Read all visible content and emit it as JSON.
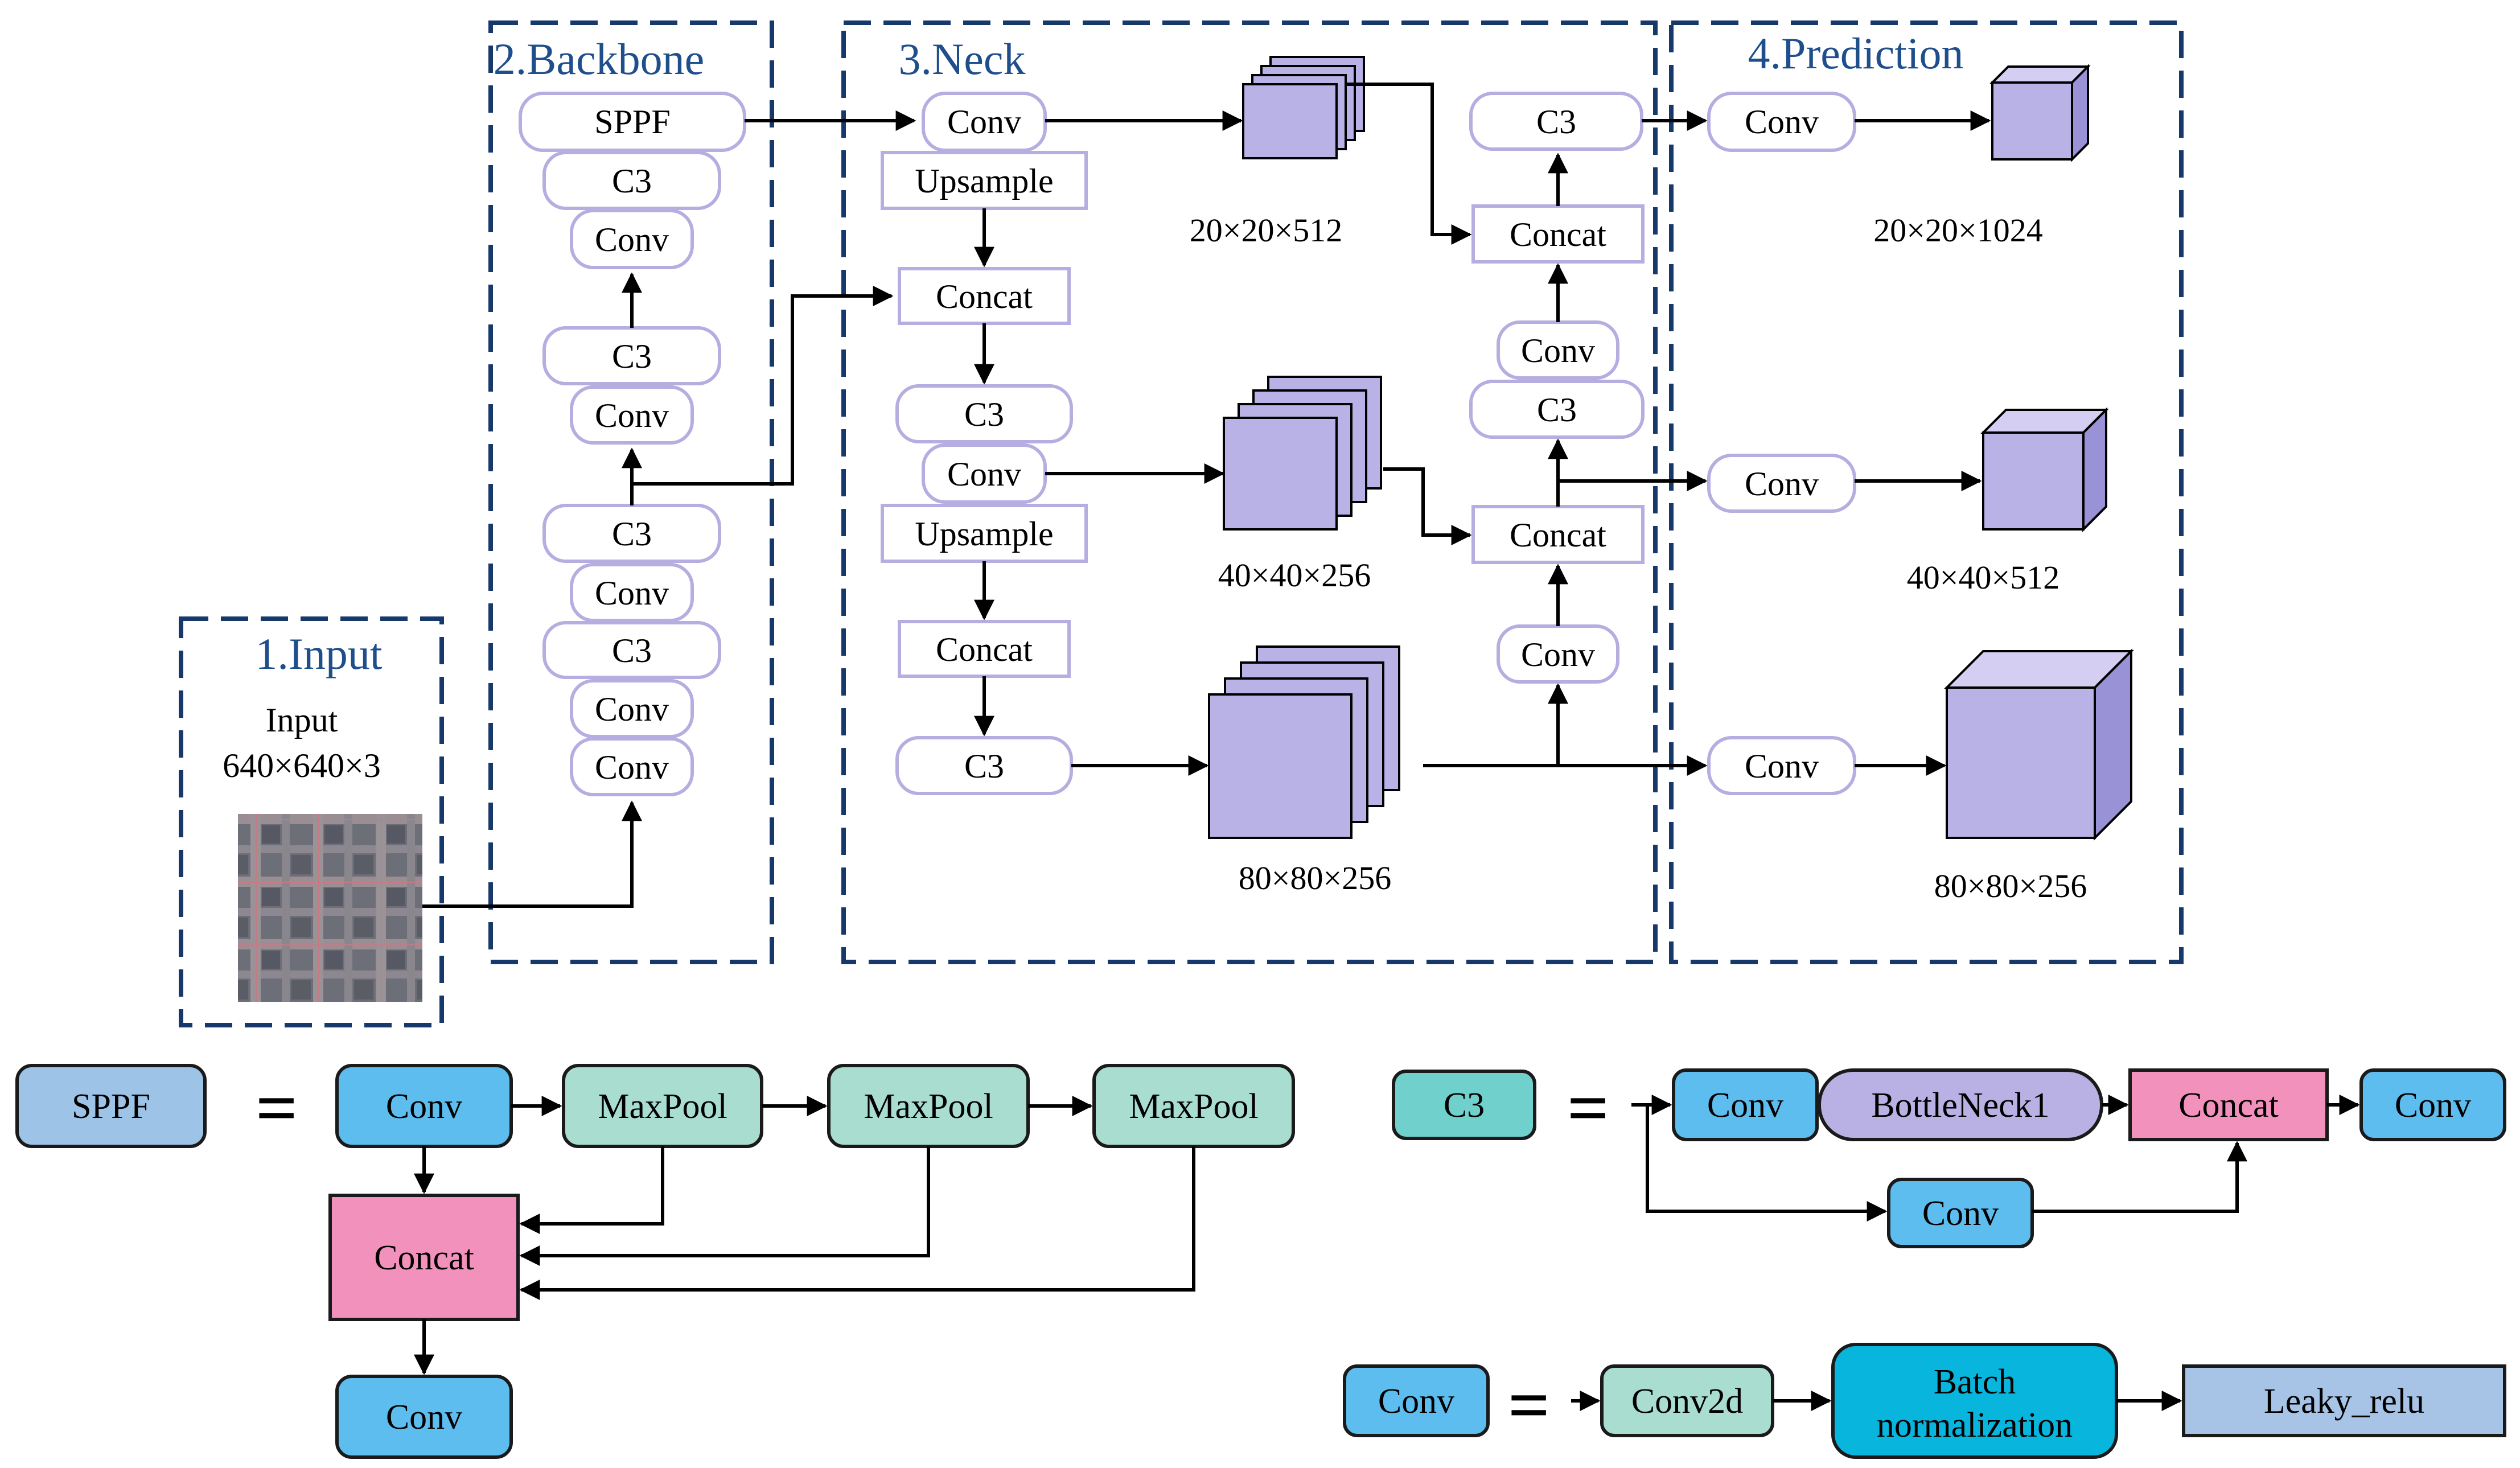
{
  "sections": {
    "input": "1.Input",
    "backbone": "2.Backbone",
    "neck": "3.Neck",
    "prediction": "4.Prediction"
  },
  "input": {
    "label": "Input",
    "size": "640×640×3"
  },
  "backbone": {
    "sppf": "SPPF",
    "c3_top": "C3",
    "conv_top": "Conv",
    "c3_mid": "C3",
    "conv_mid": "Conv",
    "c3_low1": "C3",
    "conv_low1": "Conv",
    "c3_low2": "C3",
    "conv_low2": "Conv",
    "conv_bottom": "Conv"
  },
  "neck": {
    "conv1": "Conv",
    "upsample1": "Upsample",
    "concat1": "Concat",
    "c3_1": "C3",
    "conv2": "Conv",
    "upsample2": "Upsample",
    "concat2": "Concat",
    "c3_2": "C3",
    "dim_20": "20×20×512",
    "dim_40": "40×40×256",
    "dim_80": "80×80×256",
    "right_c3_top": "C3",
    "right_concat_top": "Concat",
    "right_conv_mid": "Conv",
    "right_c3_mid": "C3",
    "right_concat_mid": "Concat",
    "right_conv_low": "Conv"
  },
  "prediction": {
    "conv_top": "Conv",
    "conv_mid": "Conv",
    "conv_low": "Conv",
    "dim_20": "20×20×1024",
    "dim_40": "40×40×512",
    "dim_80": "80×80×256"
  },
  "legend_sppf": {
    "name": "SPPF",
    "equals": "=",
    "conv_in": "Conv",
    "maxpool1": "MaxPool",
    "maxpool2": "MaxPool",
    "maxpool3": "MaxPool",
    "concat": "Concat",
    "conv_out": "Conv"
  },
  "legend_c3": {
    "name": "C3",
    "equals": "=",
    "conv_in": "Conv",
    "bottleneck": "BottleNeck1",
    "concat": "Concat",
    "conv_out": "Conv",
    "conv_skip": "Conv"
  },
  "legend_conv": {
    "name": "Conv",
    "equals": "=",
    "conv2d": "Conv2d",
    "batchnorm_line1": "Batch",
    "batchnorm_line2": "normalization",
    "leaky": "Leaky_relu"
  },
  "colors": {
    "section_title": "#1f4e8c",
    "dash": "#17386b",
    "module_border": "#b6aee0",
    "feature_face": "#b8b2e6",
    "feature_top": "#d3cef2",
    "feature_side": "#9a92d6",
    "legend_sppf": "#9dc3e6",
    "legend_conv": "#5dbdee",
    "legend_maxpool": "#a8ddd0",
    "legend_concat": "#f391bd",
    "legend_c3": "#6fd0cc",
    "legend_bottleneck": "#b9b0e3",
    "legend_batchnorm": "#07b5dd",
    "legend_leaky": "#a7c4e6",
    "legend_conv2d": "#a8ddd0"
  }
}
